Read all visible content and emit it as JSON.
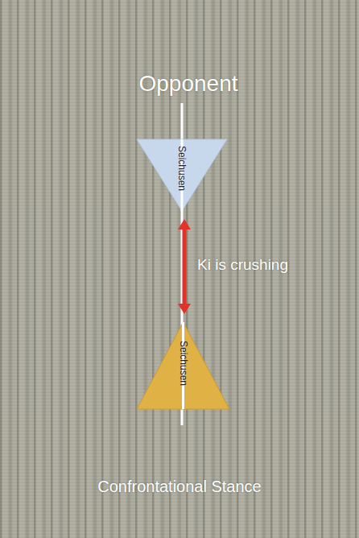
{
  "diagram": {
    "nodes": [
      {
        "text": [
          "Seichusen"
        ]
      },
      {
        "text": [
          "Seichusen"
        ]
      }
    ],
    "edges": [
      {
        "from": 0,
        "to": 1,
        "arrow": "both",
        "label": "Ki is crushing"
      }
    ],
    "labels": [
      "Opponent",
      "Confrontational Stance"
    ]
  }
}
